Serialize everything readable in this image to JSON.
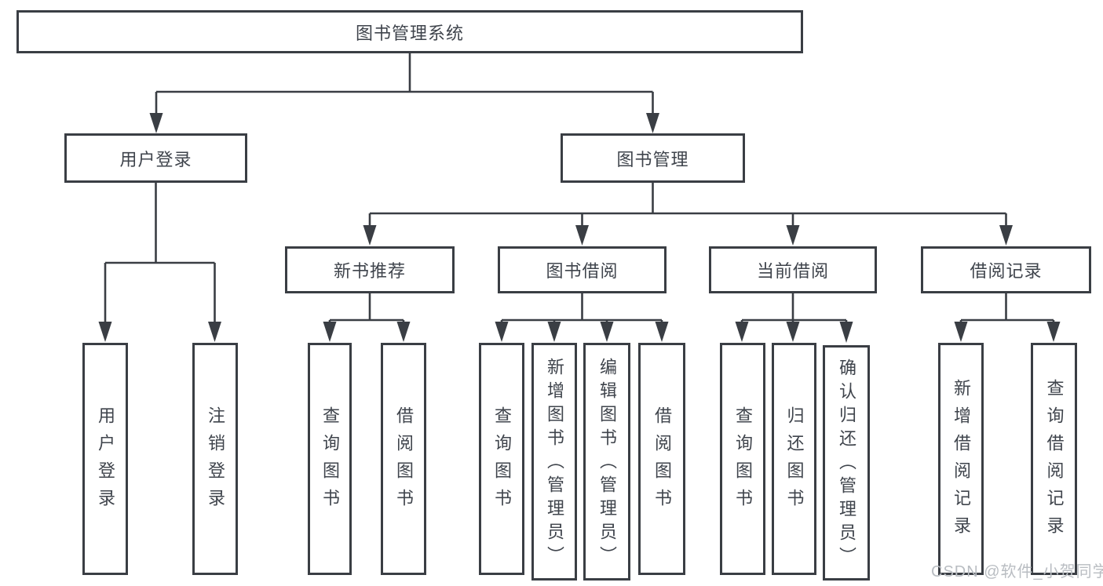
{
  "diagram_title": "图书管理系统",
  "tree": {
    "label": "图书管理系统",
    "children": [
      {
        "label": "用户登录",
        "children": [
          {
            "label": "用户登录"
          },
          {
            "label": "注销登录"
          }
        ]
      },
      {
        "label": "图书管理",
        "children": [
          {
            "label": "新书推荐",
            "children": [
              {
                "label": "查询图书"
              },
              {
                "label": "借阅图书"
              }
            ]
          },
          {
            "label": "图书借阅",
            "children": [
              {
                "label": "查询图书"
              },
              {
                "label": "新增图书（管理员）"
              },
              {
                "label": "编辑图书（管理员）"
              },
              {
                "label": "借阅图书"
              }
            ]
          },
          {
            "label": "当前借阅",
            "children": [
              {
                "label": "查询图书"
              },
              {
                "label": "归还图书"
              },
              {
                "label": "确认归还（管理员）"
              }
            ]
          },
          {
            "label": "借阅记录",
            "children": [
              {
                "label": "新增借阅记录"
              },
              {
                "label": "查询借阅记录"
              }
            ]
          }
        ]
      }
    ]
  },
  "watermark": "CSDN @软件_小贺同学",
  "colors": {
    "line": "#3a3e44",
    "text": "#3f444c",
    "box_background": "#ffffff",
    "page_background": "#ffffff",
    "watermark": "#b9bdc2"
  }
}
